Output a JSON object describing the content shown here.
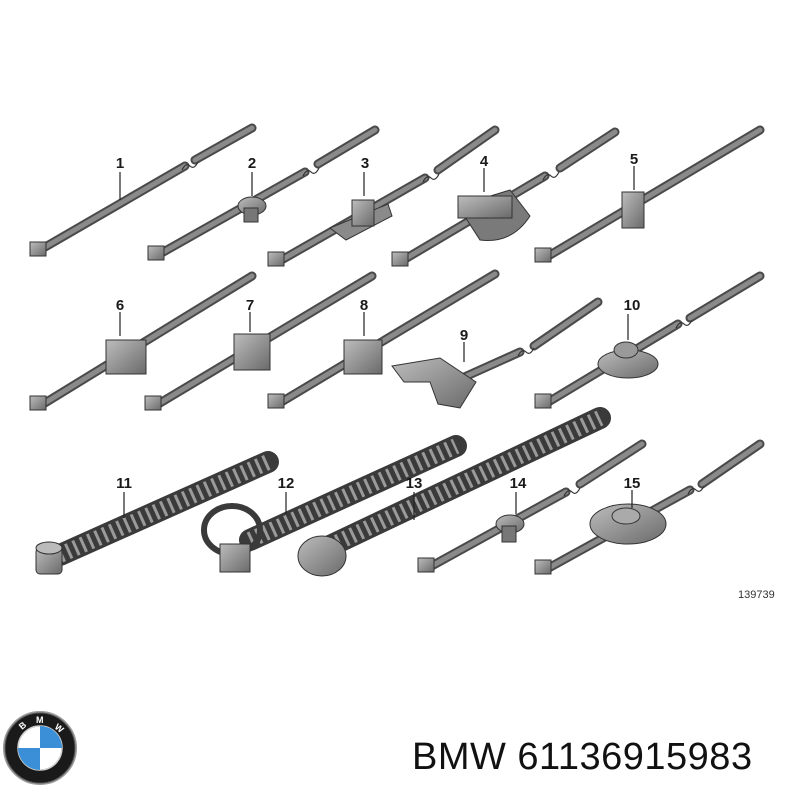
{
  "diagram": {
    "parts": [
      {
        "number": "1"
      },
      {
        "number": "2"
      },
      {
        "number": "3"
      },
      {
        "number": "4"
      },
      {
        "number": "5"
      },
      {
        "number": "6"
      },
      {
        "number": "7"
      },
      {
        "number": "8"
      },
      {
        "number": "9"
      },
      {
        "number": "10"
      },
      {
        "number": "11"
      },
      {
        "number": "12"
      },
      {
        "number": "13"
      },
      {
        "number": "14"
      },
      {
        "number": "15"
      }
    ],
    "reference_id": "139739"
  },
  "caption": {
    "brand": "BMW",
    "part_number": "61136915983",
    "text": "BMW 61136915983"
  },
  "logo": {
    "letters": "BMW",
    "colors": [
      "#1a1a1a",
      "#3a8fd6",
      "#ffffff"
    ]
  }
}
